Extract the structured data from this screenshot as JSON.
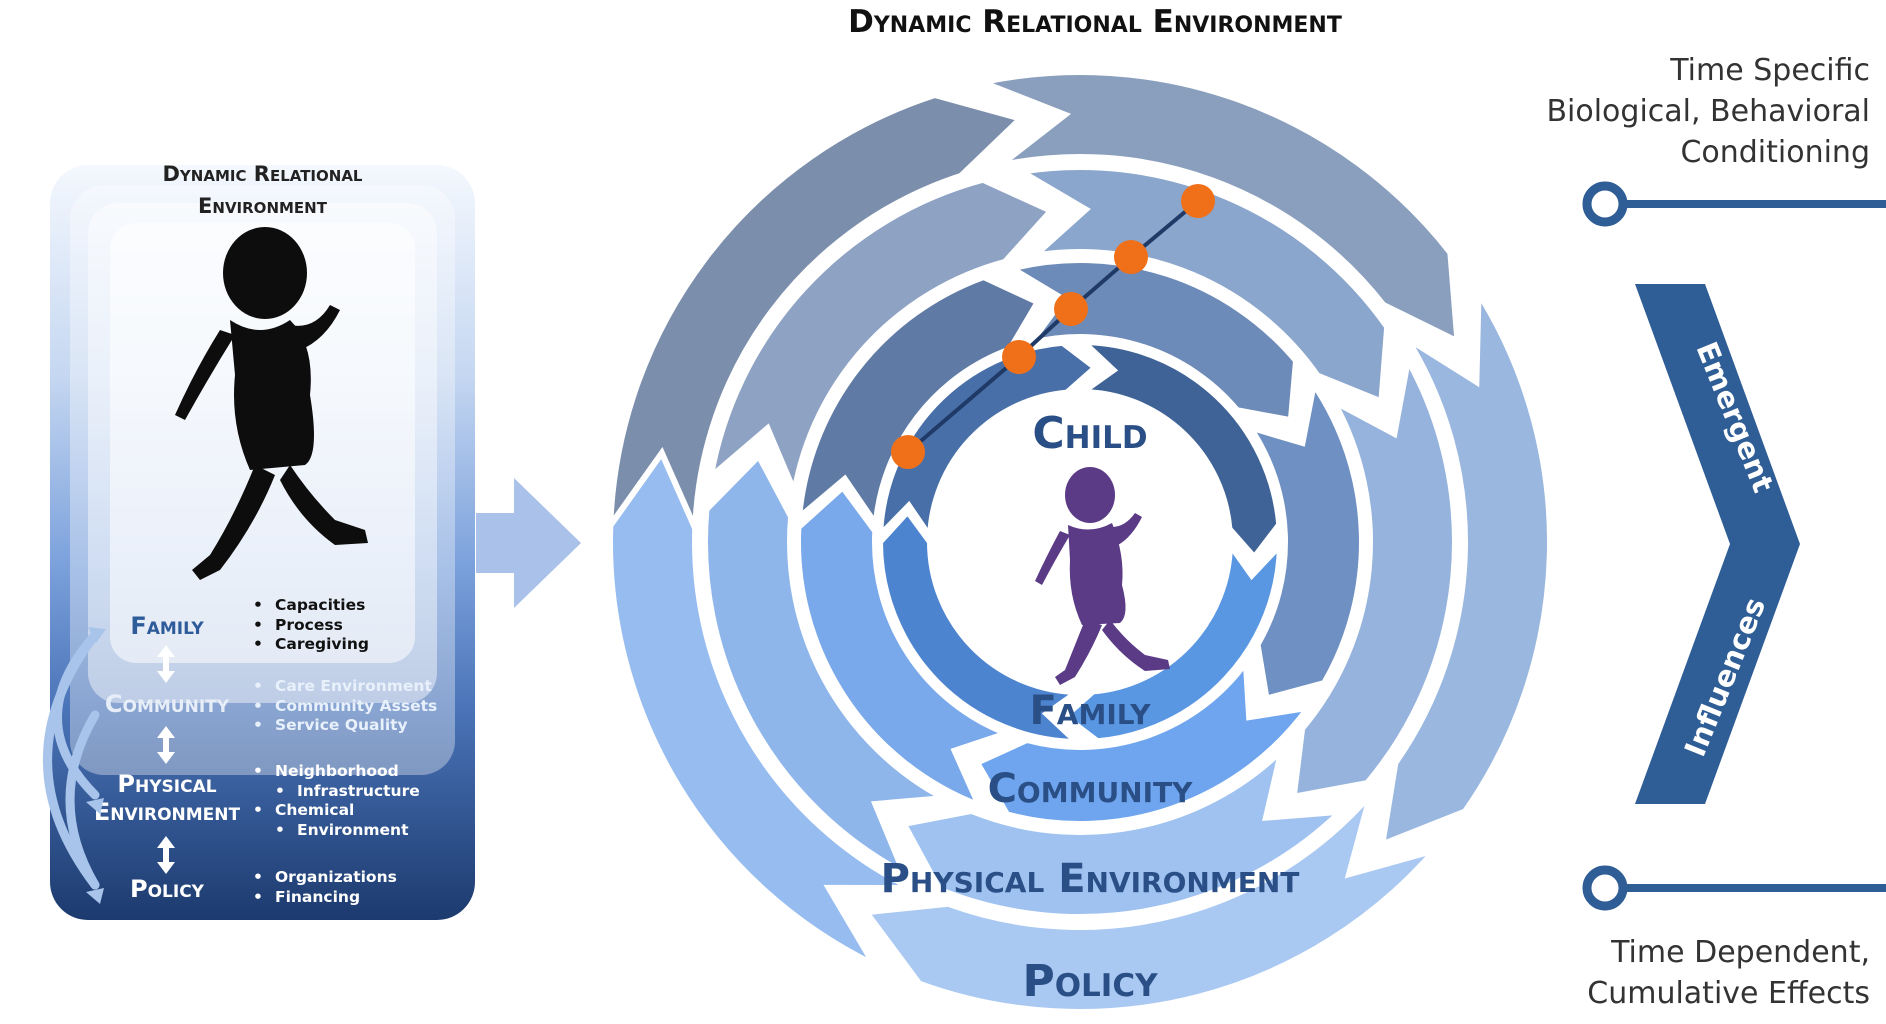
{
  "title": "Dynamic Relational Environment",
  "panel": {
    "title_line1": "Dynamic Relational",
    "title_line2": "Environment",
    "levels": [
      {
        "label_lines": [
          "Family"
        ],
        "bullets": [
          "Capacities",
          "Process",
          "Caregiving"
        ]
      },
      {
        "label_lines": [
          "Community"
        ],
        "bullets": [
          "Care Environment",
          "Community Assets",
          "Service Quality"
        ]
      },
      {
        "label_lines": [
          "Physical",
          "Environment"
        ],
        "bullets": [
          "Neighborhood",
          "Infrastructure",
          "Chemical",
          "Environment"
        ]
      },
      {
        "label_lines": [
          "Policy"
        ],
        "bullets": [
          "Organizations",
          "Financing"
        ]
      }
    ]
  },
  "rings": {
    "child": "Child",
    "family": "Family",
    "community": "Community",
    "physical": "Physical Environment",
    "policy": "Policy"
  },
  "right": {
    "top_line1": "Time Specific",
    "top_line2": "Biological, Behavioral",
    "top_line3": "Conditioning",
    "chevron_top": "Emergent",
    "chevron_bottom": "Influences",
    "bottom_line1": "Time Dependent,",
    "bottom_line2": "Cumulative Effects"
  },
  "colors": {
    "dark_slate": "#7b8eab",
    "light_blue": "#9dc2f2",
    "navy": "#2a4f86",
    "orange": "#f07019",
    "purple": "#5b3b86"
  }
}
